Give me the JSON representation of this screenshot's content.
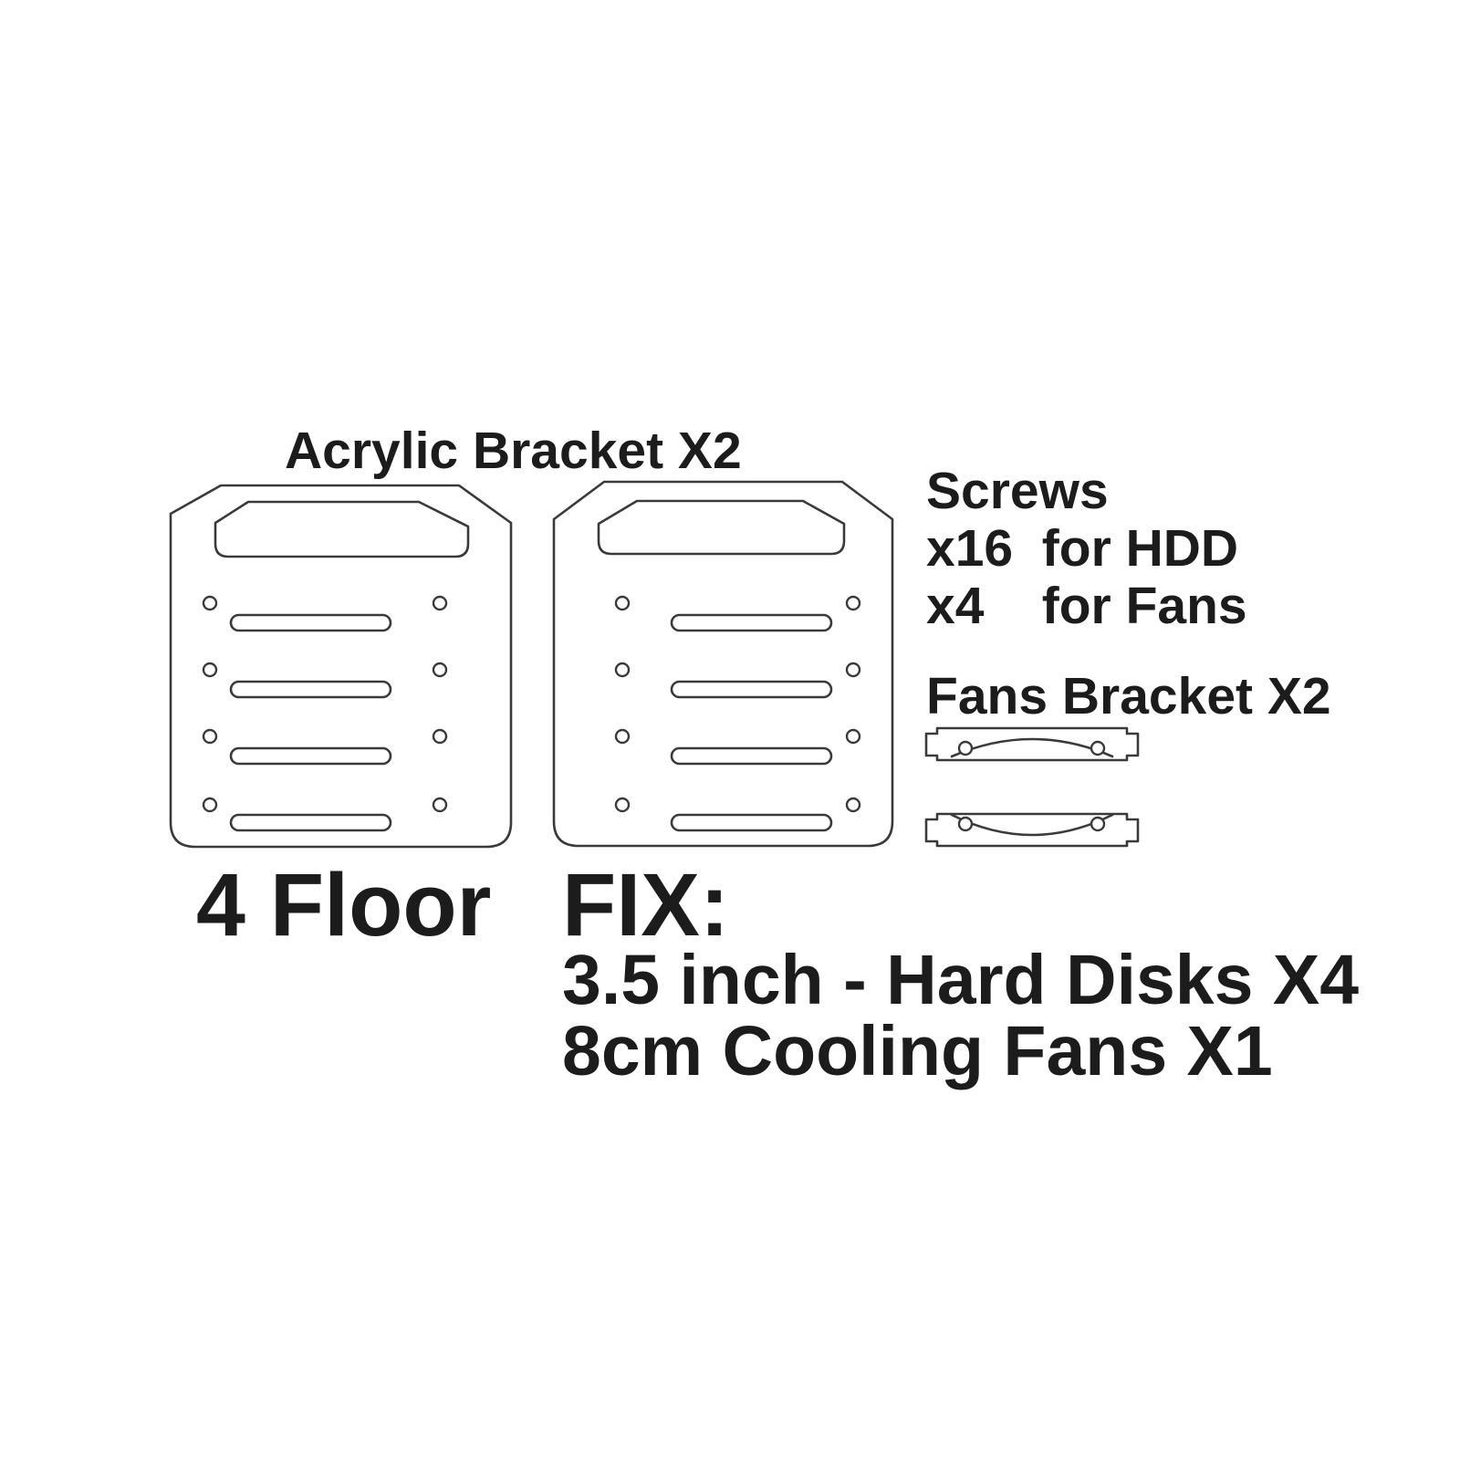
{
  "title": "Acrylic Bracket X2",
  "screws": {
    "heading": "Screws",
    "line_hdd": "x16  for HDD",
    "line_fans": "x4    for Fans"
  },
  "fans_bracket": {
    "heading": "Fans Bracket X2",
    "quantity": 2
  },
  "floor_label": "4 Floor",
  "fix": {
    "heading": "FIX:",
    "line_disks": "3.5 inch - Hard Disks X4",
    "line_fans": "8cm Cooling Fans X1"
  },
  "drawings": {
    "acrylic_bracket_count": 2,
    "rows_per_bracket": 4,
    "fan_bracket_count": 2
  },
  "colors": {
    "background": "#ffffff",
    "ink": "#1c1c1c",
    "line": "#3a3a3a"
  }
}
